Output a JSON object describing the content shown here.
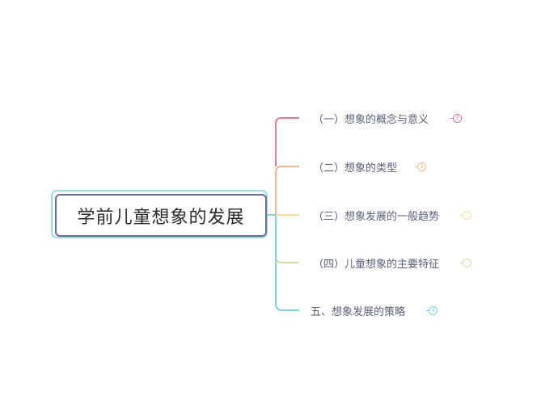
{
  "root": {
    "label": "学前儿童想象的发展"
  },
  "colors": {
    "root_border": "#6a6f90",
    "root_frame": "#9fdbe6",
    "text": "#5a6078"
  },
  "branches": [
    {
      "label": "（一）想象的概念与意义",
      "badge": "7",
      "color": "#e07a93"
    },
    {
      "label": "（二）想象的类型",
      "badge": "3",
      "color": "#f6b98e"
    },
    {
      "label": "（三）想象发展的一般趋势",
      "badge": "",
      "color": "#f8dc9a"
    },
    {
      "label": "（四）儿童想象的主要特征",
      "badge": "",
      "color": "#d6dc9f"
    },
    {
      "label": "五、想象发展的策略",
      "badge": "4",
      "color": "#7fcfdc"
    }
  ]
}
